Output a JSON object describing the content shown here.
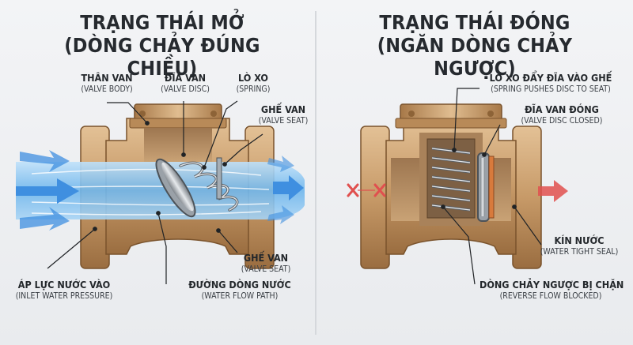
{
  "open_state": {
    "title_line1": "TRẠNG THÁI MỞ",
    "title_line2": "(DÒNG CHẢY ĐÚNG CHIỀU)",
    "labels": [
      {
        "vi": "THÂN VAN",
        "en": "(VALVE BODY)"
      },
      {
        "vi": "ĐĨA VAN",
        "en": "(VALVE DISC)"
      },
      {
        "vi": "LÒ XO",
        "en": "(SPRING)"
      },
      {
        "vi": "GHẾ VAN",
        "en": "(VALVE SEAT)"
      },
      {
        "vi": "GHẾ VAN",
        "en": "(VALVE SEAT)"
      },
      {
        "vi": "ÁP LỰC NƯỚC VÀO",
        "en": "(INLET WATER PRESSURE)"
      },
      {
        "vi": "ĐƯỜNG DÒNG NƯỚC",
        "en": "(WATER FLOW PATH)"
      }
    ]
  },
  "closed_state": {
    "title_line1": "TRẠNG THÁI ĐÓNG",
    "title_line2": "(NGĂN DÒNG CHẢY NGƯỢC)",
    "labels": [
      {
        "vi": "LÒ XO ĐẨY ĐĨA VÀO GHẾ",
        "en": "(SPRING PUSHES DISC TO SEAT)"
      },
      {
        "vi": "ĐĨA VAN ĐÓNG",
        "en": "(VALVE DISC CLOSED)"
      },
      {
        "vi": "KÍN NƯỚC",
        "en": "(WATER TIGHT SEAL)"
      },
      {
        "vi": "DÒNG CHẢY NGƯỢC BỊ CHẶN",
        "en": "(REVERSE FLOW BLOCKED)"
      }
    ]
  },
  "colors": {
    "bronze": "#c79a68",
    "bronze_dark": "#8c6238",
    "water": "#6fb6ec",
    "arrow_blue": "#3f8fe0",
    "arrow_red": "#e0504f"
  }
}
